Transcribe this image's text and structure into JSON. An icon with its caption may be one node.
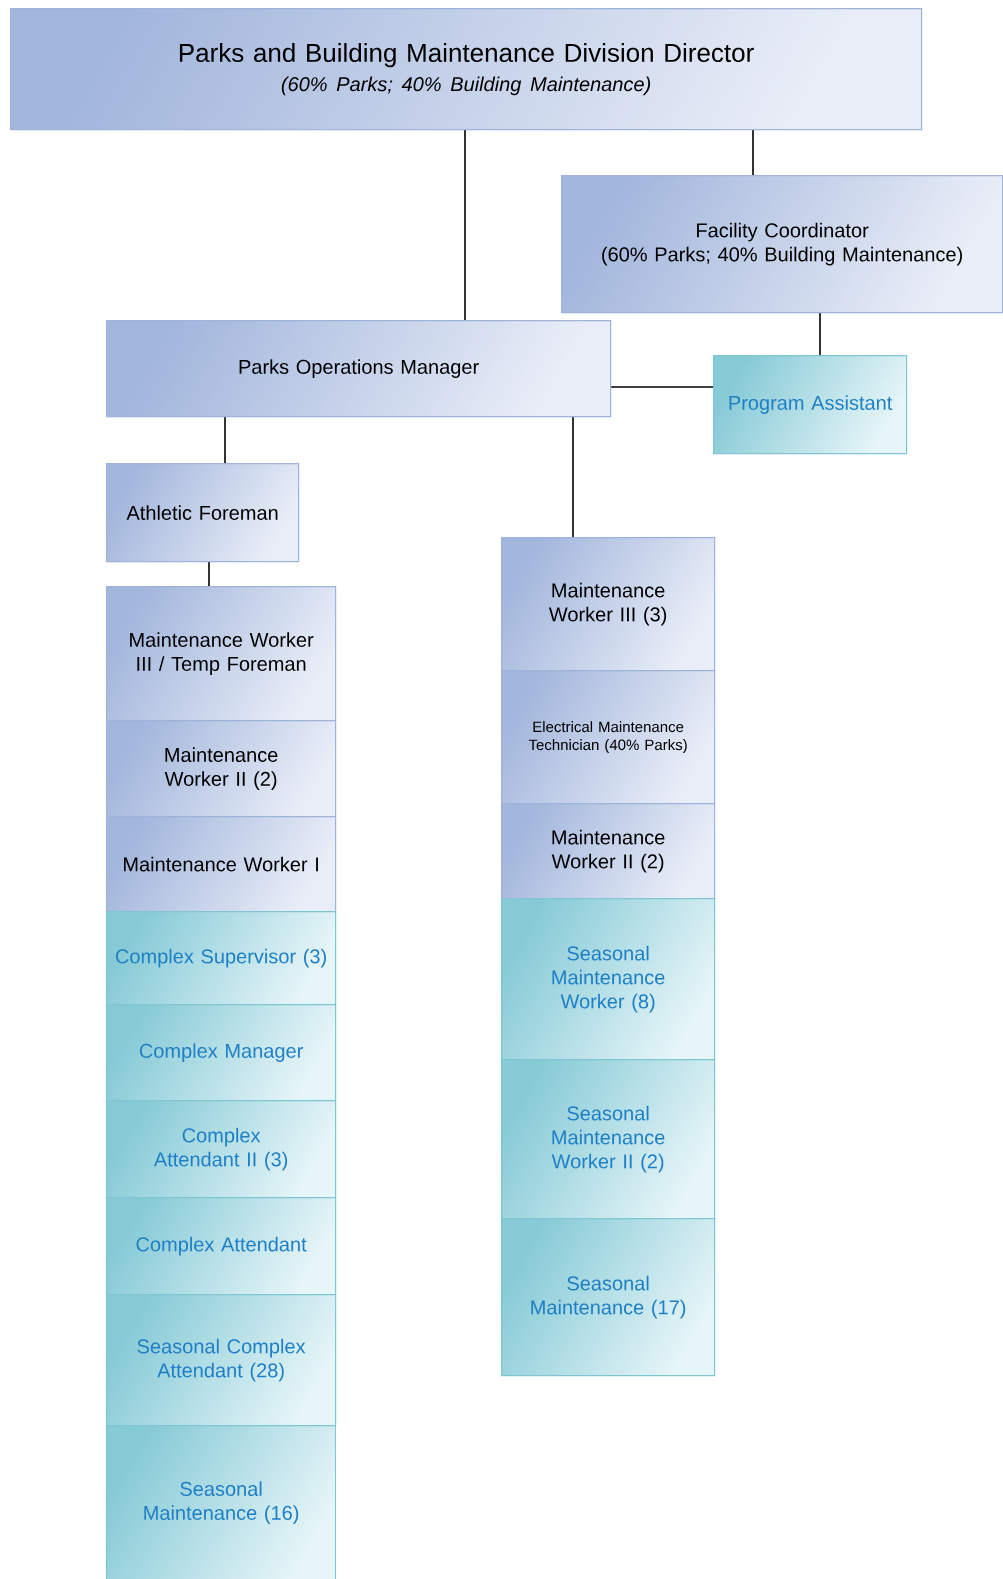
{
  "diagram": {
    "nodes": [
      {
        "text": [
          "Parks and Building Maintenance Division Director",
          "*(60% Parks; 40% Building Maintenance)*"
        ]
      },
      {
        "text": [
          "Facility Coordinator",
          "(60% Parks; 40% Building Maintenance)"
        ]
      },
      {
        "text": [
          "Parks Operations Manager"
        ]
      },
      {
        "text": [
          "Program Assistant"
        ]
      },
      {
        "text": [
          "Athletic Foreman"
        ]
      },
      {
        "text": [
          "Maintenance Worker III / Temp Foreman"
        ]
      },
      {
        "text": [
          "Maintenance Worker II (2)"
        ]
      },
      {
        "text": [
          "Maintenance Worker I"
        ]
      },
      {
        "text": [
          "Complex Supervisor (3)"
        ]
      },
      {
        "text": [
          "Complex Manager"
        ]
      },
      {
        "text": [
          "Complex Attendant II (3)"
        ]
      },
      {
        "text": [
          "Complex Attendant"
        ]
      },
      {
        "text": [
          "Seasonal Complex Attendant (28)"
        ]
      },
      {
        "text": [
          "Seasonal Maintenance (16)"
        ]
      },
      {
        "text": [
          "Maintenance Worker III (3)"
        ]
      },
      {
        "text": [
          "Electrical Maintenance Technician (40% Parks)"
        ]
      },
      {
        "text": [
          "Maintenance Worker II (2)"
        ]
      },
      {
        "text": [
          "Seasonal Maintenance Worker (8)"
        ]
      },
      {
        "text": [
          "Seasonal Maintenance Worker II (2)"
        ]
      },
      {
        "text": [
          "Seasonal Maintenance (17)"
        ]
      }
    ],
    "edges": [
      {
        "from": 0,
        "to": 2,
        "arrow": "none"
      },
      {
        "from": 0,
        "to": 1,
        "arrow": "none"
      },
      {
        "from": 1,
        "to": 3,
        "arrow": "none"
      },
      {
        "from": 2,
        "to": 3,
        "arrow": "none"
      },
      {
        "from": 2,
        "to": 4,
        "arrow": "none"
      },
      {
        "from": 4,
        "to": 5,
        "arrow": "none"
      },
      {
        "from": 2,
        "to": 14,
        "arrow": "none"
      }
    ]
  }
}
